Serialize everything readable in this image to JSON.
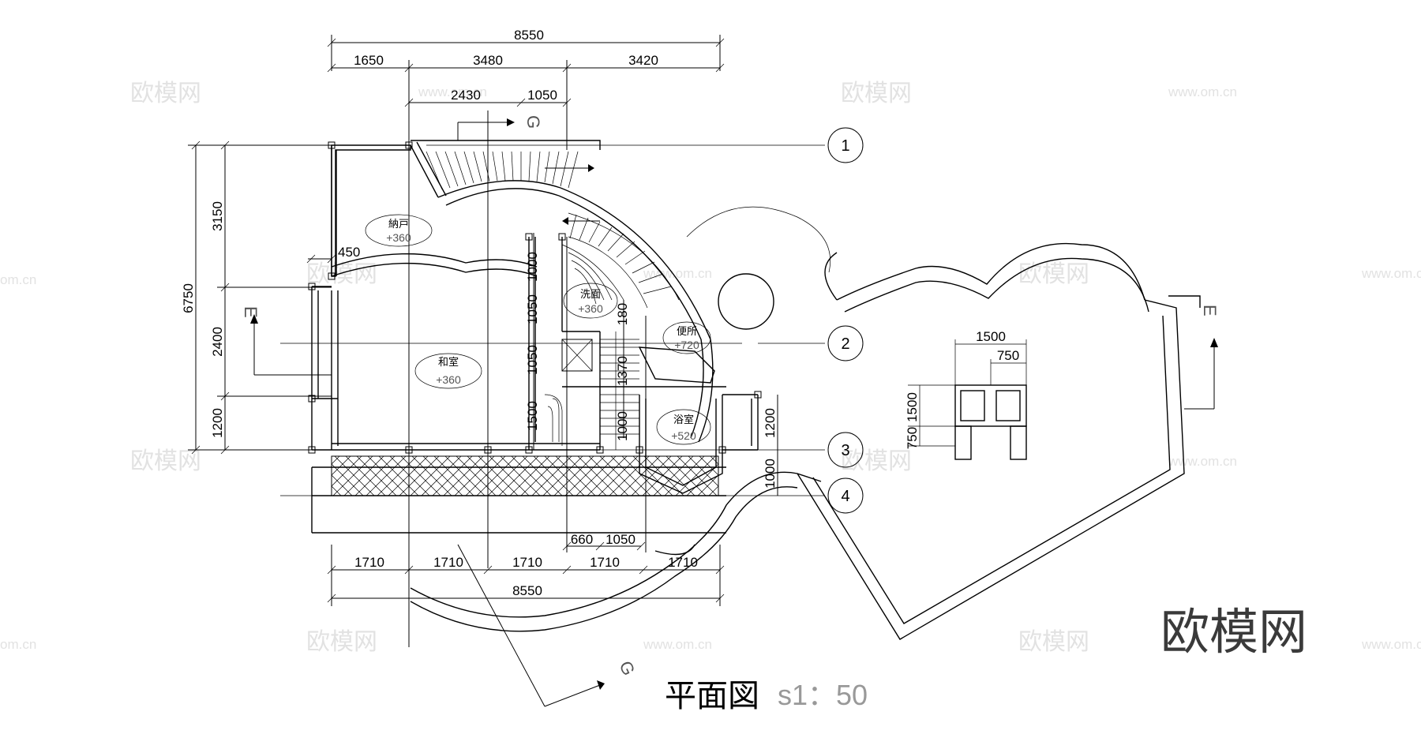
{
  "dims_top": {
    "total": "8550",
    "seg1": "1650",
    "seg2": "3480",
    "seg3": "3420",
    "sub1": "2430",
    "sub2": "1050"
  },
  "dims_left": {
    "total": "6750",
    "seg1": "3150",
    "seg2": "2400",
    "seg3": "1200",
    "inner": "450"
  },
  "dims_bottom": {
    "total": "8550",
    "s1": "1710",
    "s2": "1710",
    "s3": "1710",
    "s4": "1710",
    "s5": "1710",
    "sub1": "660",
    "sub2": "1050"
  },
  "dims_mid": {
    "d1": "1000",
    "d2": "1050",
    "d3": "1050",
    "d4": "1500",
    "d5": "180",
    "d6": "1370",
    "d7": "1000"
  },
  "dims_right": {
    "r1": "1200",
    "r2": "1000"
  },
  "dims_detail": {
    "w1": "1500",
    "w2": "750",
    "h1": "1500",
    "h2": "750"
  },
  "axes": [
    "1",
    "2",
    "3",
    "4"
  ],
  "section_marks": {
    "g": "G",
    "e": "E"
  },
  "rooms": {
    "nando": {
      "name": "納戸",
      "level": "+360"
    },
    "washroom": {
      "name": "洗面",
      "level": "+360"
    },
    "toilet": {
      "name": "便所",
      "level": "+720"
    },
    "washitsu": {
      "name": "和室",
      "level": "+360"
    },
    "bath": {
      "name": "浴室",
      "level": "+520"
    }
  },
  "title": "平面図",
  "scale": "s1：50",
  "watermark": {
    "brand": "欧模网",
    "url": "www.om.cn",
    "url_short": "om.cn"
  }
}
